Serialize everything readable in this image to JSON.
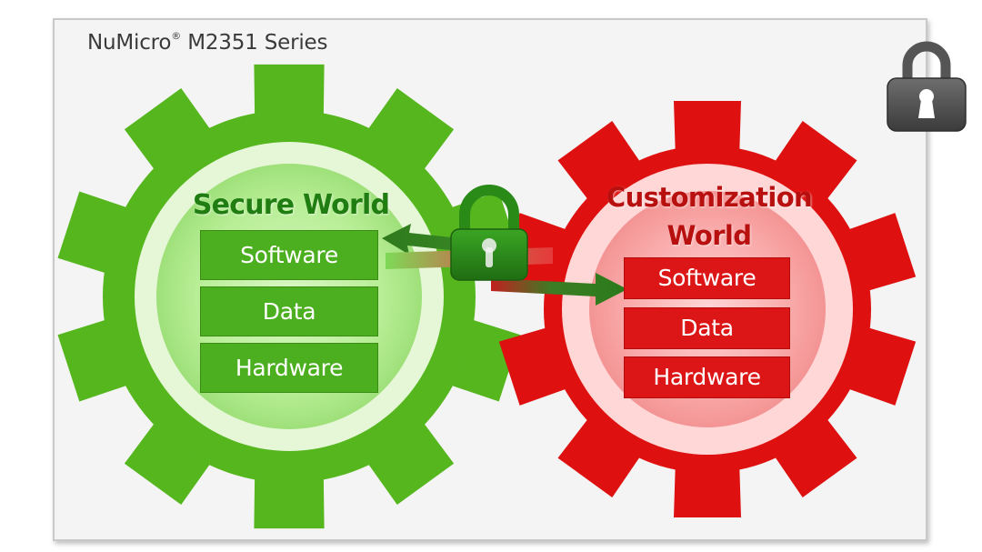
{
  "header": {
    "series_name": "NuMicro",
    "series_mark": "®",
    "series_model": "M2351 Series"
  },
  "secure_world": {
    "title": "Secure World",
    "items": [
      "Software",
      "Data",
      "Hardware"
    ],
    "color": "#4caf1f"
  },
  "customization_world": {
    "title_line1": "Customization",
    "title_line2": "World",
    "items": [
      "Software",
      "Data",
      "Hardware"
    ],
    "color": "#dc1616"
  },
  "icons": {
    "corner_lock": "lock-icon",
    "center_lock": "padlock-icon"
  },
  "colors": {
    "secure_gear": "#55b61e",
    "custom_gear": "#de1010",
    "lock_green": "#2f8f1d",
    "lock_gray": "#4d4d4d"
  }
}
